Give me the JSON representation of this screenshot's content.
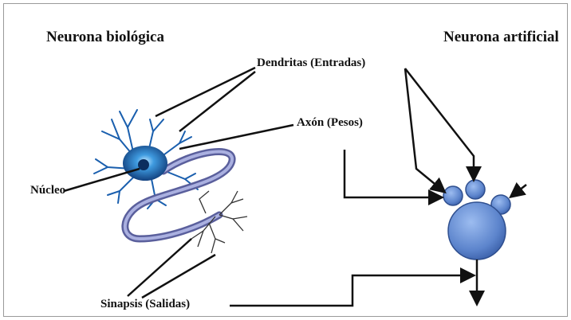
{
  "labels": {
    "title_left": "Neurona biológica",
    "title_right": "Neurona artificial",
    "dendritas": "Dendritas (Entradas)",
    "axon": "Axón (Pesos)",
    "nucleo": "Núcleo",
    "sinapsis": "Sinapsis (Salidas)"
  },
  "colors": {
    "line": "#111111",
    "artificial_fill": "#6b8fd0",
    "artificial_stroke": "#2f4f8f",
    "neuron_cell": "#1c5fa8",
    "axon_tube": "#7f84bd"
  }
}
